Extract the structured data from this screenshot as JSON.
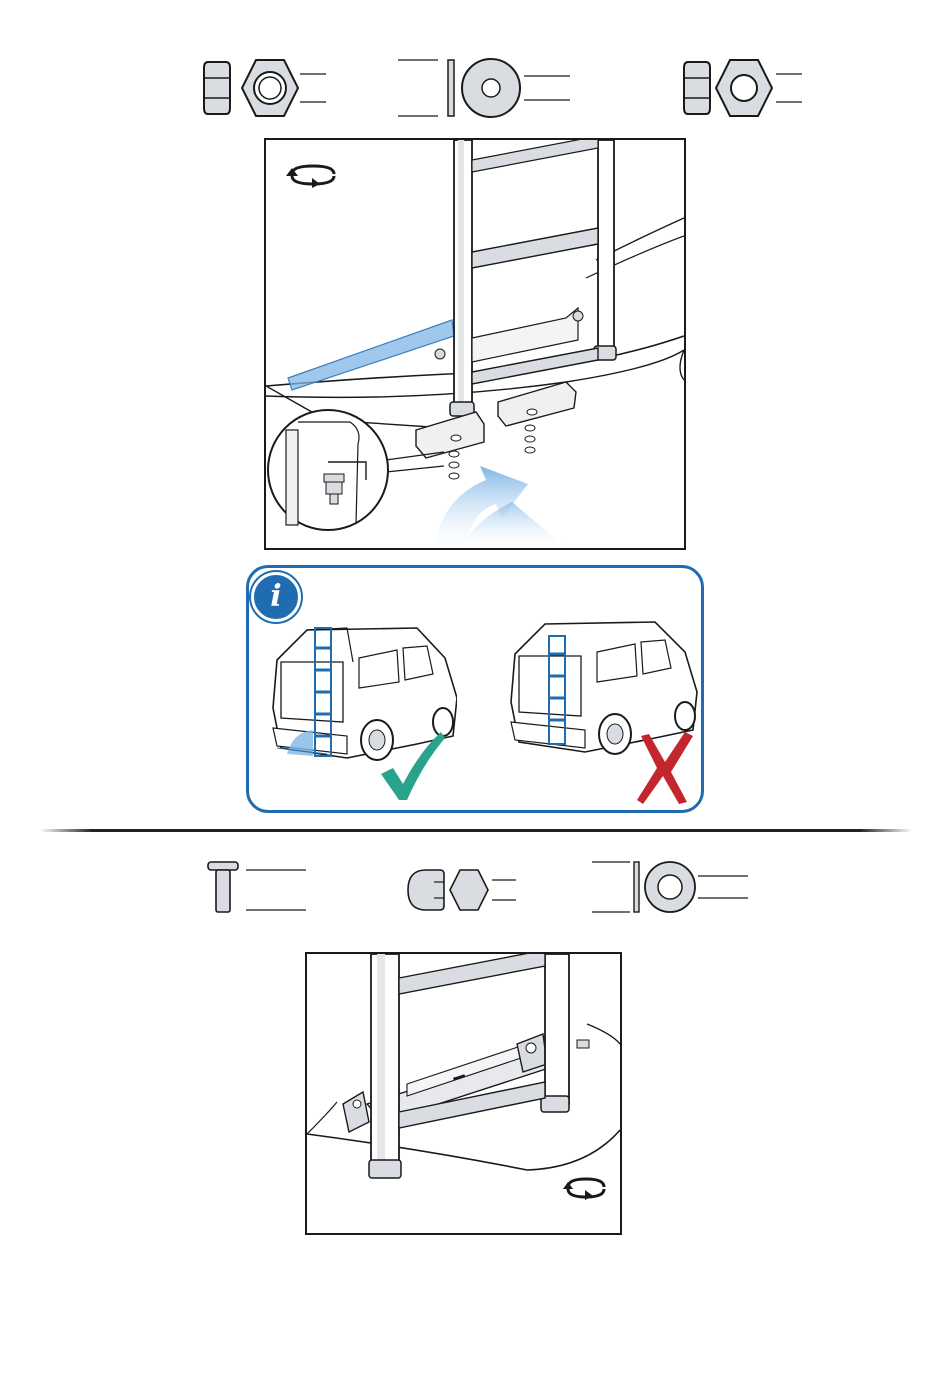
{
  "info_box": {
    "badge_label": "i",
    "correct_mark": "check-mark",
    "incorrect_mark": "cross-mark"
  },
  "colors": {
    "accent_blue": "#1f6db0",
    "highlight_blue": "#7fb6e6",
    "check_green": "#2aa38c",
    "cross_red": "#c4262e",
    "part_fill": "#d9dde2",
    "line": "#1a1a1a"
  },
  "icons": {
    "rotate_top": "rotate-arrows-icon",
    "rotate_bottom": "rotate-arrows-icon",
    "hex_nut": "hex-nut-icon",
    "washer": "washer-icon",
    "bolt": "bolt-icon",
    "cap_nut": "cap-nut-icon"
  }
}
